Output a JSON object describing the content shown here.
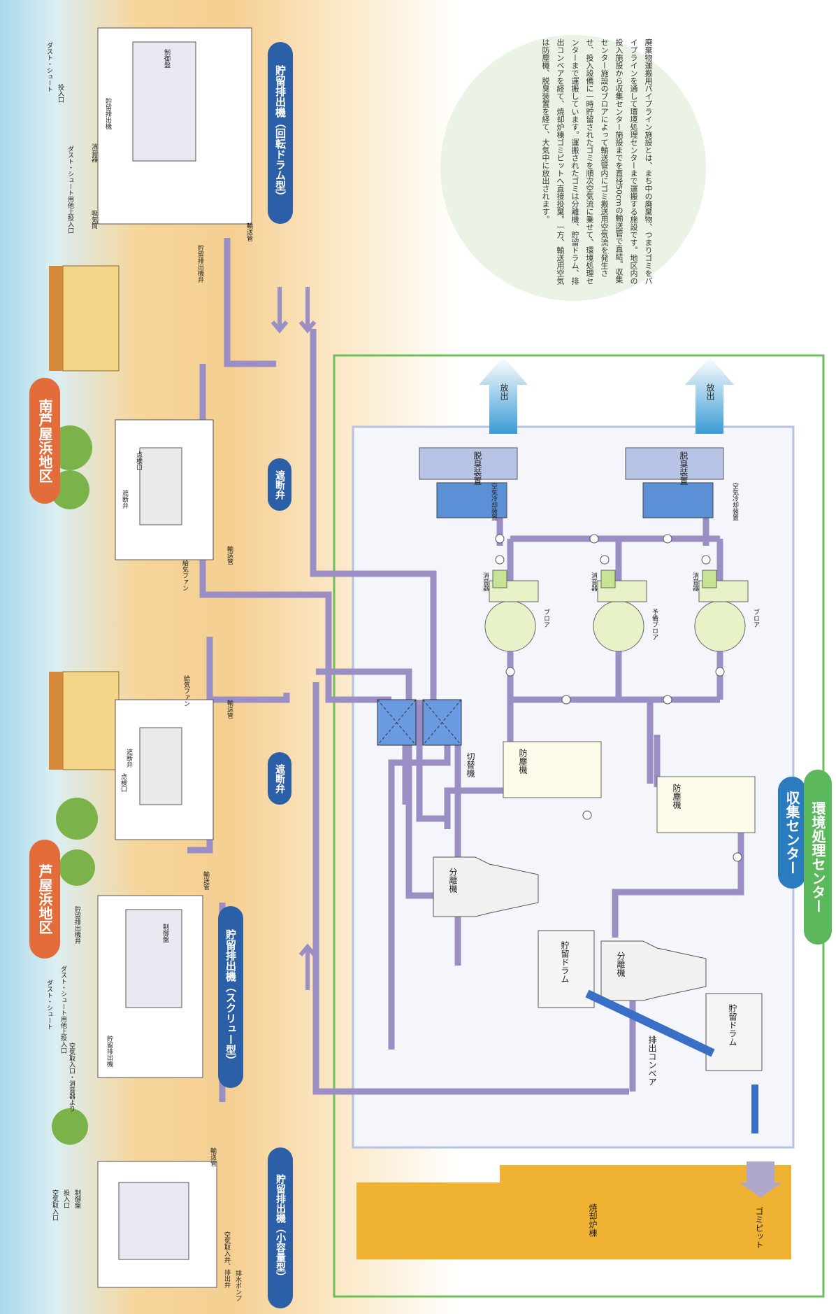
{
  "areas": {
    "minami": "南芦屋浜地区",
    "ashiya": "芦屋浜地区"
  },
  "stations": {
    "drum": "貯留排出機（回転ドラム型）",
    "screw": "貯留排出機（スクリュー型）",
    "small": "貯留排出機（小容量型）"
  },
  "valves": {
    "v1": "遮断弁",
    "v2": "遮断弁"
  },
  "centers": {
    "collection": "収集センター",
    "environment": "環境処理センター"
  },
  "description": "廃棄物運搬用パイプライン施設とは、まち中の廃棄物、つまりゴミをパイプラインを通して環境処理センターまで運搬する施設です。地区内の投入施設から収集センター施設までを直径50cmの輸送管で直結。収集センター施設のブロアによって輸送管内にゴミ搬送用空気流を発生させ、投入設備に一時貯留されたゴミを順次空気流に乗せて、環境処理センターまで運搬しています。運搬されたゴミは分離機、貯留ドラム、排出コンベアを経て、焼却炉棟ゴミピットへ直接投棄。一方、輸送用空気は防塵機、脱臭装置を経て、大気中に放出されます。",
  "labels": {
    "dust_chute": "ダスト・シュート",
    "inlet": "投入口",
    "dust_chute_inlet": "ダスト・シュート用他上投入口",
    "drum_outlet": "貯留排出機",
    "silencer": "消音器",
    "dust_chute_inlet2": "ダスト・シュート用他上投入口",
    "intake": "吸気筒",
    "outlet_valve": "貯留排出機弁",
    "transport_pipe": "輸送管",
    "control_panel": "制御盤",
    "shutoff": "遮断弁",
    "inspection": "点検口",
    "supply_fan": "給気ファン",
    "air_intake": "空気取入口",
    "inlet2": "投入口",
    "control2": "制御盤",
    "air_valve": "空気取入弁、排出弁",
    "drain_pump": "排水ポンプ",
    "screw_dust": "ダスト・シュート",
    "screw_inlet": "ダスト・シュート用他上投入口",
    "screw_drum": "貯留排出機弁",
    "muffler_in": "空気取入口・消音器より"
  },
  "equipment": {
    "deodorizer": "脱臭装置",
    "air_cooler": "空気冷却装置",
    "release": "放出",
    "muffler": "消音器",
    "blower": "ブロア",
    "spare_blower": "予備ブロア",
    "switcher": "切替機",
    "dust_collector": "防塵機",
    "separator": "分離機",
    "storage_drum": "貯留ドラム",
    "conveyor": "排出コンベア",
    "incinerator": "焼却炉棟",
    "garbage_pit": "ゴミピット"
  },
  "colors": {
    "pipe": "#9b8ec4",
    "green": "#5cb85c",
    "orange": "#e36c3b",
    "blue": "#2b7bbf",
    "ground": "#f2c27a",
    "sky": "#bfe2ee"
  }
}
